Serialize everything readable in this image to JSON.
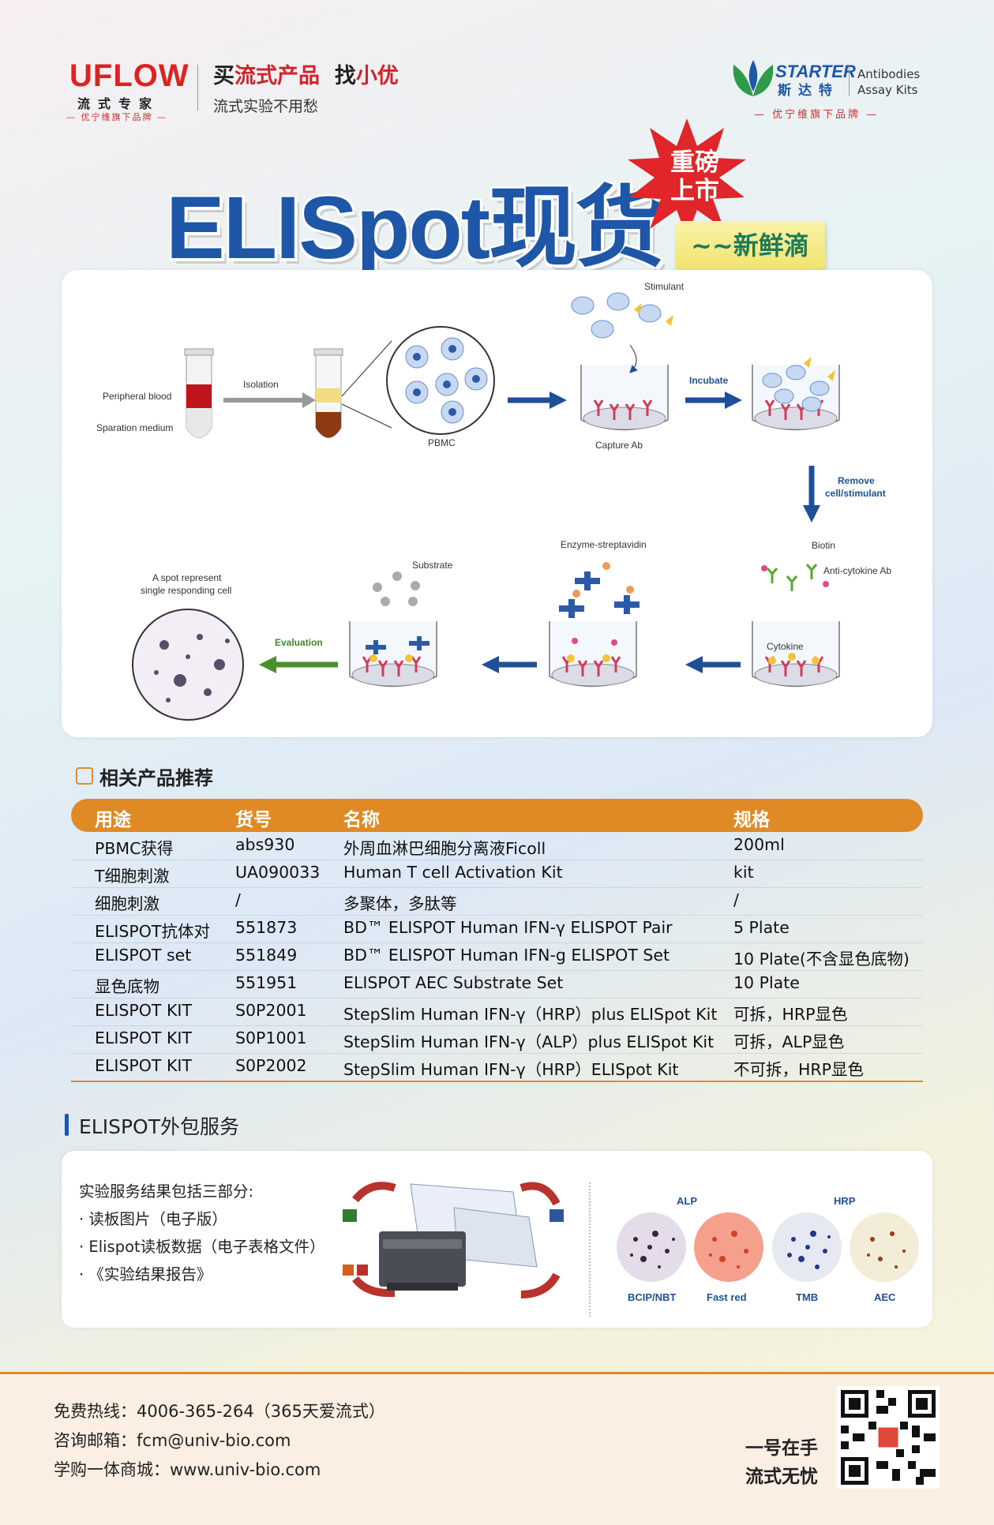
{
  "header": {
    "uflow_logo": "UFLOW",
    "uflow_cn": "流式专家",
    "uflow_sub": "— 优宁维旗下品牌 —",
    "slogan_prefix": "买",
    "slogan_red": "流式产品",
    "slogan_mid": "找",
    "slogan_red2": "小优",
    "slogan_line2": "流式实验不用愁",
    "starter_name": "STARTER",
    "starter_cn": "斯达特",
    "starter_en1": "Antibodies",
    "starter_en2": "Assay Kits",
    "starter_sub": "— 优宁维旗下品牌 —"
  },
  "title": {
    "main": "ELISpot现货",
    "burst": "重磅上市",
    "fresh": "~~新鲜滴"
  },
  "diagram": {
    "peripheral_blood": "Peripheral blood",
    "separation_medium": "Sparation medium",
    "isolation": "Isolation",
    "pbmc": "PBMC",
    "stimulant": "Stimulant",
    "capture_ab": "Capture Ab",
    "incubate": "Incubate",
    "remove1": "Remove",
    "remove2": "cell/stimulant",
    "biotin": "Biotin",
    "anti_cytokine": "Anti-cytokine Ab",
    "cytokine": "Cytokine",
    "enzyme": "Enzyme-streptavidin",
    "substrate": "Substrate",
    "evaluation": "Evaluation",
    "spot1": "A spot represent",
    "spot2": "single responding cell"
  },
  "products": {
    "heading": "相关产品推荐",
    "columns": [
      "用途",
      "货号",
      "名称",
      "规格"
    ],
    "rows": [
      [
        "PBMC获得",
        "abs930",
        "外周血淋巴细胞分离液Ficoll",
        "200ml"
      ],
      [
        "T细胞刺激",
        "UA090033",
        "Human T cell Activation Kit",
        "kit"
      ],
      [
        "细胞刺激",
        "/",
        "多聚体，多肽等",
        "/"
      ],
      [
        "ELISPOT抗体对",
        "551873",
        "BD™ ELISPOT Human IFN-γ ELISPOT Pair",
        "5 Plate"
      ],
      [
        "ELISPOT set",
        " 551849",
        "BD™ ELISPOT Human IFN-g ELISPOT Set",
        "10 Plate(不含显色底物)"
      ],
      [
        "显色底物",
        "551951",
        "ELISPOT AEC Substrate Set",
        "10 Plate"
      ],
      [
        "ELISPOT KIT",
        "S0P2001",
        "StepSlim Human IFN-γ（HRP）plus ELISpot Kit",
        "可拆，HRP显色"
      ],
      [
        "ELISPOT KIT",
        "S0P1001",
        "StepSlim Human IFN-γ（ALP）plus ELISpot Kit",
        "可拆，ALP显色"
      ],
      [
        "ELISPOT KIT",
        "S0P2002",
        "StepSlim Human IFN-γ（HRP）ELISpot Kit",
        "不可拆，HRP显色"
      ]
    ]
  },
  "service": {
    "heading": "ELISPOT外包服务",
    "intro": "实验服务结果包括三部分:",
    "items": [
      "· 读板图片（电子版）",
      "· Elispot读板数据（电子表格文件）",
      "· 《实验结果报告》"
    ],
    "alp": "ALP",
    "hrp": "HRP",
    "dishes": [
      "BCIP/NBT",
      "Fast red",
      "TMB",
      "AEC"
    ]
  },
  "footer": {
    "hotline": "免费热线：4006-365-264（365天爱流式）",
    "email": "咨询邮箱：fcm@univ-bio.com",
    "mall": "学购一体商城：www.univ-bio.com",
    "right1": "一号在手",
    "right2": "流式无忧"
  },
  "colors": {
    "brand_blue": "#1f57a8",
    "accent_orange": "#e08a26",
    "red": "#d2222a"
  }
}
